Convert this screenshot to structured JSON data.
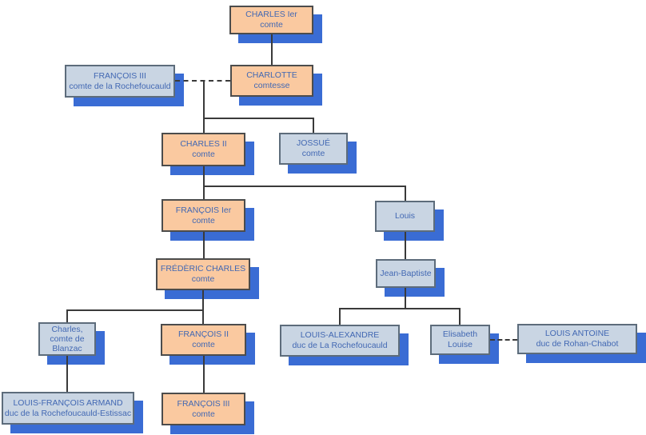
{
  "tree": {
    "nodes": {
      "charles1": {
        "lines": [
          "CHARLES Ier",
          "comte"
        ]
      },
      "francois3_rochefoucauld": {
        "lines": [
          "FRANÇOIS III",
          "comte de la Rochefoucauld"
        ]
      },
      "charlotte": {
        "lines": [
          "CHARLOTTE",
          "comtesse"
        ]
      },
      "charles2": {
        "lines": [
          "CHARLES II",
          "comte"
        ]
      },
      "jossue": {
        "lines": [
          "JOSSUÉ",
          "comte"
        ]
      },
      "francois1": {
        "lines": [
          "FRANÇOIS Ier",
          "comte"
        ]
      },
      "louis": {
        "lines": [
          "Louis"
        ]
      },
      "frederic_charles": {
        "lines": [
          "FRÉDÈRIC CHARLES",
          "comte"
        ]
      },
      "jean_baptiste": {
        "lines": [
          "Jean-Baptiste"
        ]
      },
      "charles_blanzac": {
        "lines": [
          "Charles,",
          "comte de",
          "Blanzac"
        ]
      },
      "francois2": {
        "lines": [
          "FRANÇOIS II",
          "comte"
        ]
      },
      "louis_alexandre": {
        "lines": [
          "LOUIS-ALEXANDRE",
          "duc de La Rochefoucauld"
        ]
      },
      "elisabeth_louise": {
        "lines": [
          "Elisabeth",
          "Louise"
        ]
      },
      "louis_antoine": {
        "lines": [
          "LOUIS ANTOINE",
          "duc de Rohan-Chabot"
        ]
      },
      "louis_francois_armand": {
        "lines": [
          "LOUIS-FRANÇOIS ARMAND",
          "duc de la Rochefoucauld-Estissac"
        ]
      },
      "francois3": {
        "lines": [
          "FRANÇOIS III",
          "comte"
        ]
      }
    },
    "colors": {
      "highlight_fill": "#FAC9A0",
      "highlight_border": "#4C4C4C",
      "plain_fill": "#C9D5E3",
      "plain_border": "#5D6C7B",
      "shadow": "#3A6CD4",
      "text": "#4268B3",
      "line": "#3A3A3A"
    }
  }
}
